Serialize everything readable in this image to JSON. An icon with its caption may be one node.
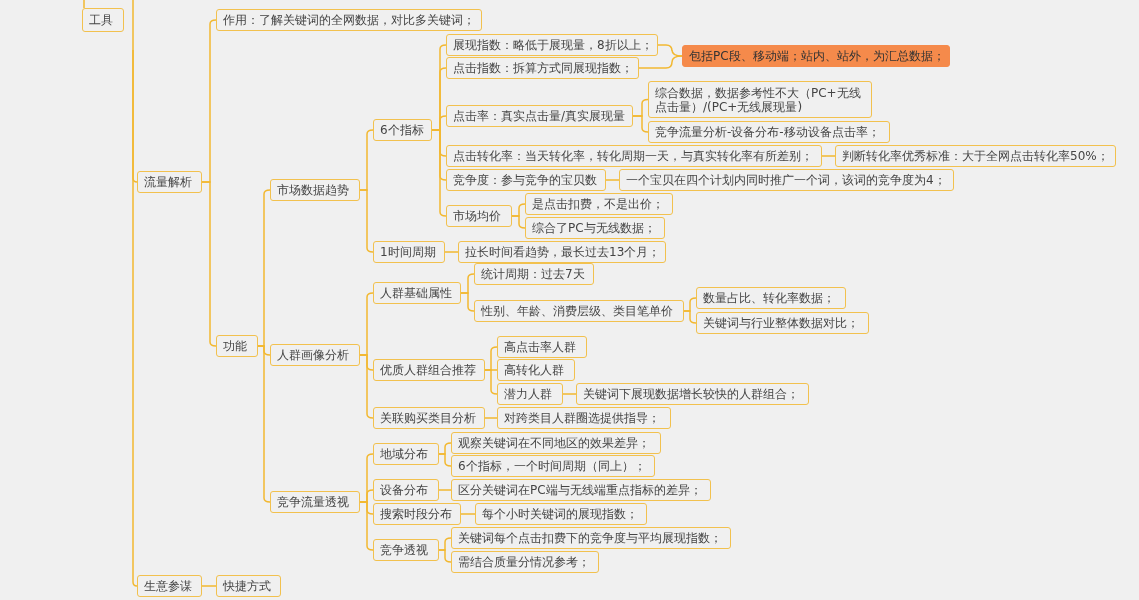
{
  "diagram": {
    "nodes": [
      {
        "text": [
          "工具"
        ]
      },
      {
        "text": [
          "流量解析"
        ]
      },
      {
        "text": [
          "作用：了解关键词的全网数据，对比多关键词；"
        ]
      },
      {
        "text": [
          "功能"
        ]
      },
      {
        "text": [
          "市场数据趋势"
        ]
      },
      {
        "text": [
          "6个指标"
        ]
      },
      {
        "text": [
          "展现指数：略低于展现量，8折以上；"
        ]
      },
      {
        "text": [
          "点击指数：拆算方式同展现指数；"
        ]
      },
      {
        "text": [
          "点击率：真实点击量/真实展现量"
        ]
      },
      {
        "text": [
          "综合数据，数据参考性不大（PC+无线点击量）/(PC+无线展现量)"
        ]
      },
      {
        "text": [
          "竞争流量分析-设备分布-移动设备点击率；"
        ]
      },
      {
        "text": [
          "点击转化率：当天转化率，转化周期一天，与真实转化率有所差别；"
        ]
      },
      {
        "text": [
          "判断转化率优秀标准：大于全网点击转化率50%；"
        ]
      },
      {
        "text": [
          "竞争度：参与竞争的宝贝数"
        ]
      },
      {
        "text": [
          "一个宝贝在四个计划内同时推广一个词，该词的竞争度为4；"
        ]
      },
      {
        "text": [
          "市场均价"
        ]
      },
      {
        "text": [
          "是点击扣费，不是出价；"
        ]
      },
      {
        "text": [
          "综合了PC与无线数据；"
        ]
      },
      {
        "text": [
          "1时间周期"
        ]
      },
      {
        "text": [
          "拉长时间看趋势，最长过去13个月；"
        ]
      },
      {
        "text": [
          "人群画像分析"
        ]
      },
      {
        "text": [
          "人群基础属性"
        ]
      },
      {
        "text": [
          "统计周期：过去7天"
        ]
      },
      {
        "text": [
          "性别、年龄、消费层级、类目笔单价"
        ]
      },
      {
        "text": [
          "数量占比、转化率数据；"
        ]
      },
      {
        "text": [
          "关键词与行业整体数据对比；"
        ]
      },
      {
        "text": [
          "优质人群组合推荐"
        ]
      },
      {
        "text": [
          "高点击率人群"
        ]
      },
      {
        "text": [
          "高转化人群"
        ]
      },
      {
        "text": [
          "潜力人群"
        ]
      },
      {
        "text": [
          "关键词下展现数据增长较快的人群组合；"
        ]
      },
      {
        "text": [
          "关联购买类目分析"
        ]
      },
      {
        "text": [
          "对跨类目人群圈选提供指导；"
        ]
      },
      {
        "text": [
          "竞争流量透视"
        ]
      },
      {
        "text": [
          "地域分布"
        ]
      },
      {
        "text": [
          "观察关键词在不同地区的效果差异；"
        ]
      },
      {
        "text": [
          "6个指标，一个时间周期（同上）；"
        ]
      },
      {
        "text": [
          "设备分布"
        ]
      },
      {
        "text": [
          "区分关键词在PC端与无线端重点指标的差异；"
        ]
      },
      {
        "text": [
          "搜索时段分布"
        ]
      },
      {
        "text": [
          "每个小时关键词的展现指数；"
        ]
      },
      {
        "text": [
          "竞争透视"
        ]
      },
      {
        "text": [
          "关键词每个点击扣费下的竞争度与平均展现指数；"
        ]
      },
      {
        "text": [
          "需结合质量分情况参考；"
        ]
      },
      {
        "text": [
          "生意参谋"
        ]
      },
      {
        "text": [
          "快捷方式"
        ]
      },
      {
        "text": [
          "包括PC段、移动端；站内、站外，为汇总数据；"
        ]
      }
    ],
    "edges": [
      {
        "from": null,
        "to": 0,
        "arrow": "none"
      },
      {
        "from": null,
        "to": 1,
        "arrow": "none"
      },
      {
        "from": null,
        "to": 44,
        "arrow": "none"
      },
      {
        "from": 1,
        "to": 2,
        "arrow": "none"
      },
      {
        "from": 1,
        "to": 3,
        "arrow": "none"
      },
      {
        "from": 3,
        "to": 4,
        "arrow": "none"
      },
      {
        "from": 3,
        "to": 20,
        "arrow": "none"
      },
      {
        "from": 3,
        "to": 33,
        "arrow": "none"
      },
      {
        "from": 4,
        "to": 5,
        "arrow": "none"
      },
      {
        "from": 4,
        "to": 18,
        "arrow": "none"
      },
      {
        "from": 5,
        "to": 6,
        "arrow": "none"
      },
      {
        "from": 5,
        "to": 7,
        "arrow": "none"
      },
      {
        "from": 5,
        "to": 8,
        "arrow": "none"
      },
      {
        "from": 5,
        "to": 11,
        "arrow": "none"
      },
      {
        "from": 5,
        "to": 13,
        "arrow": "none"
      },
      {
        "from": 5,
        "to": 15,
        "arrow": "none"
      },
      {
        "from": 8,
        "to": 9,
        "arrow": "none"
      },
      {
        "from": 8,
        "to": 10,
        "arrow": "none"
      },
      {
        "from": 11,
        "to": 12,
        "arrow": "none"
      },
      {
        "from": 13,
        "to": 14,
        "arrow": "none"
      },
      {
        "from": 15,
        "to": 16,
        "arrow": "none"
      },
      {
        "from": 15,
        "to": 17,
        "arrow": "none"
      },
      {
        "from": 18,
        "to": 19,
        "arrow": "none"
      },
      {
        "from": 20,
        "to": 21,
        "arrow": "none"
      },
      {
        "from": 20,
        "to": 26,
        "arrow": "none"
      },
      {
        "from": 20,
        "to": 31,
        "arrow": "none"
      },
      {
        "from": 21,
        "to": 22,
        "arrow": "none"
      },
      {
        "from": 21,
        "to": 23,
        "arrow": "none"
      },
      {
        "from": 23,
        "to": 24,
        "arrow": "none"
      },
      {
        "from": 23,
        "to": 25,
        "arrow": "none"
      },
      {
        "from": 26,
        "to": 27,
        "arrow": "none"
      },
      {
        "from": 26,
        "to": 28,
        "arrow": "none"
      },
      {
        "from": 26,
        "to": 29,
        "arrow": "none"
      },
      {
        "from": 29,
        "to": 30,
        "arrow": "none"
      },
      {
        "from": 31,
        "to": 32,
        "arrow": "none"
      },
      {
        "from": 33,
        "to": 34,
        "arrow": "none"
      },
      {
        "from": 33,
        "to": 37,
        "arrow": "none"
      },
      {
        "from": 33,
        "to": 39,
        "arrow": "none"
      },
      {
        "from": 33,
        "to": 41,
        "arrow": "none"
      },
      {
        "from": 34,
        "to": 35,
        "arrow": "none"
      },
      {
        "from": 34,
        "to": 36,
        "arrow": "none"
      },
      {
        "from": 37,
        "to": 38,
        "arrow": "none"
      },
      {
        "from": 39,
        "to": 40,
        "arrow": "none"
      },
      {
        "from": 41,
        "to": 42,
        "arrow": "none"
      },
      {
        "from": 41,
        "to": 43,
        "arrow": "none"
      },
      {
        "from": 44,
        "to": 45,
        "arrow": "none"
      },
      {
        "from": 6,
        "to": 46,
        "arrow": "none"
      },
      {
        "from": 7,
        "to": 46,
        "arrow": "none"
      }
    ]
  }
}
